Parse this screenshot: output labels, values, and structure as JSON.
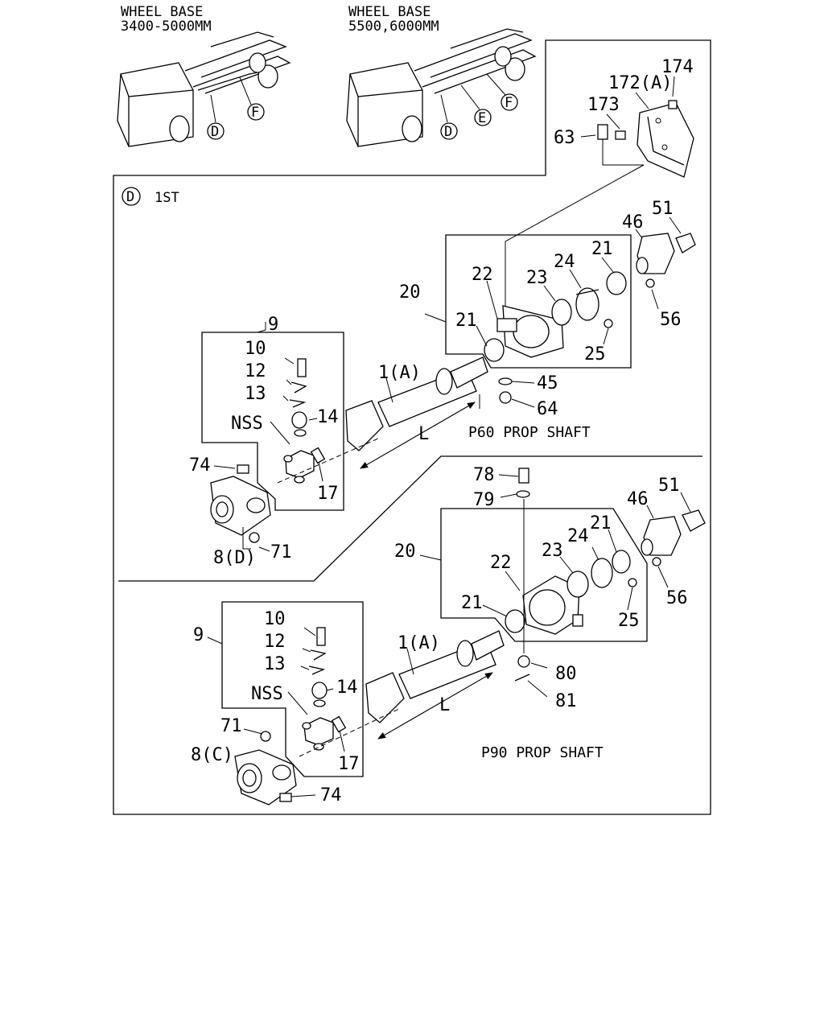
{
  "header": {
    "left": {
      "line1": "WHEEL BASE",
      "line2": "3400-5000MM",
      "markers": [
        "D",
        "F"
      ]
    },
    "right": {
      "line1": "WHEEL BASE",
      "line2": "5500,6000MM",
      "markers": [
        "D",
        "E",
        "F"
      ]
    }
  },
  "section": {
    "marker": "D",
    "title": "1ST"
  },
  "mount": {
    "labels": [
      "174",
      "172(A)",
      "173",
      "63"
    ]
  },
  "p60": {
    "caption": "P60 PROP SHAFT",
    "dim": "L",
    "labels": [
      "9",
      "10",
      "12",
      "13",
      "NSS",
      "14",
      "17",
      "74",
      "8(D)",
      "71",
      "1(A)",
      "20",
      "22",
      "23",
      "24",
      "21",
      "21",
      "46",
      "51",
      "56",
      "25",
      "45",
      "64"
    ]
  },
  "p90": {
    "caption": "P90 PROP SHAFT",
    "dim": "L",
    "labels": [
      "9",
      "10",
      "12",
      "13",
      "NSS",
      "14",
      "17",
      "71",
      "8(C)",
      "74",
      "1(A)",
      "20",
      "22",
      "23",
      "24",
      "21",
      "21",
      "46",
      "51",
      "56",
      "25",
      "78",
      "79",
      "80",
      "81"
    ]
  }
}
